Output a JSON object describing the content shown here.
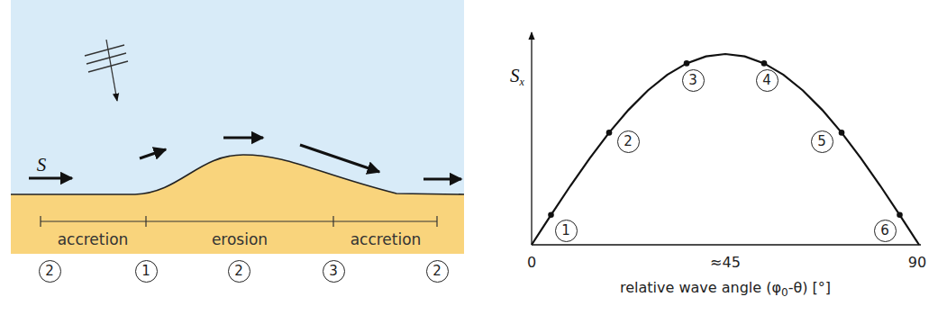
{
  "diagram": {
    "nodes": [
      {
        "text": [
          "2"
        ]
      },
      {
        "text": [
          "1"
        ]
      },
      {
        "text": [
          "2"
        ]
      },
      {
        "text": [
          "3"
        ]
      },
      {
        "text": [
          "2"
        ]
      },
      {
        "text": [
          "1"
        ]
      },
      {
        "text": [
          "2"
        ]
      },
      {
        "text": [
          "3"
        ]
      },
      {
        "text": [
          "4"
        ]
      },
      {
        "text": [
          "5"
        ]
      },
      {
        "text": [
          "6"
        ]
      }
    ],
    "labels": [
      "S",
      "accretion",
      "erosion",
      "accretion",
      "S",
      "x",
      "0",
      "≈45",
      "90",
      "relative wave angle (φ",
      "0",
      "-θ) [°]"
    ]
  }
}
